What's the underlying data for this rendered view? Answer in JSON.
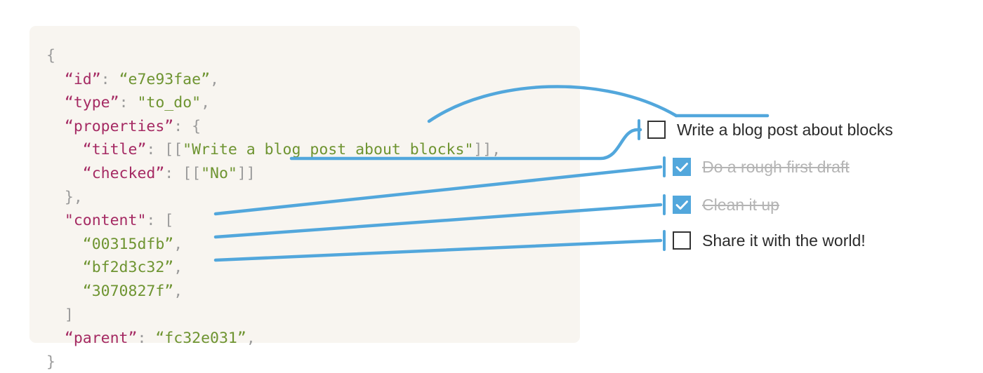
{
  "theme": {
    "panel_bg": "#F8F5F0",
    "accent_blue": "#52A7DC",
    "key_color": "#A52A63",
    "string_color": "#6E9431",
    "punct_color": "#9b9b9b",
    "done_text": "#b4b4b4",
    "text_color": "#2b2b2b"
  },
  "code": {
    "lines": [
      "{",
      "  “id”: “e7e93fae”,",
      "  “type”: \"to_do\",",
      "  “properties”: {",
      "    “title”: [[\"Write a blog post about blocks\"]],",
      "    “checked”: [[\"No\"]]",
      "  },",
      "  \"content\": [",
      "    “00315dfb”,",
      "    “bf2d3c32”,",
      "    “3070827f”,",
      "  ]",
      "  “parent”: “fc32e031”,",
      "}"
    ],
    "id_key": "id",
    "id_value": "e7e93fae",
    "type_key": "type",
    "type_value": "to_do",
    "properties_key": "properties",
    "title_key": "title",
    "title_value": "Write a blog post about blocks",
    "checked_key": "checked",
    "checked_value": "No",
    "content_key": "content",
    "content_values": [
      "00315dfb",
      "bf2d3c32",
      "3070827f"
    ],
    "parent_key": "parent",
    "parent_value": "fc32e031"
  },
  "todos": [
    {
      "label": "Write a blog post about blocks",
      "checked": false
    },
    {
      "label": "Do a rough first draft",
      "checked": true
    },
    {
      "label": "Clean it up",
      "checked": true
    },
    {
      "label": "Share it with the world!",
      "checked": false
    }
  ]
}
